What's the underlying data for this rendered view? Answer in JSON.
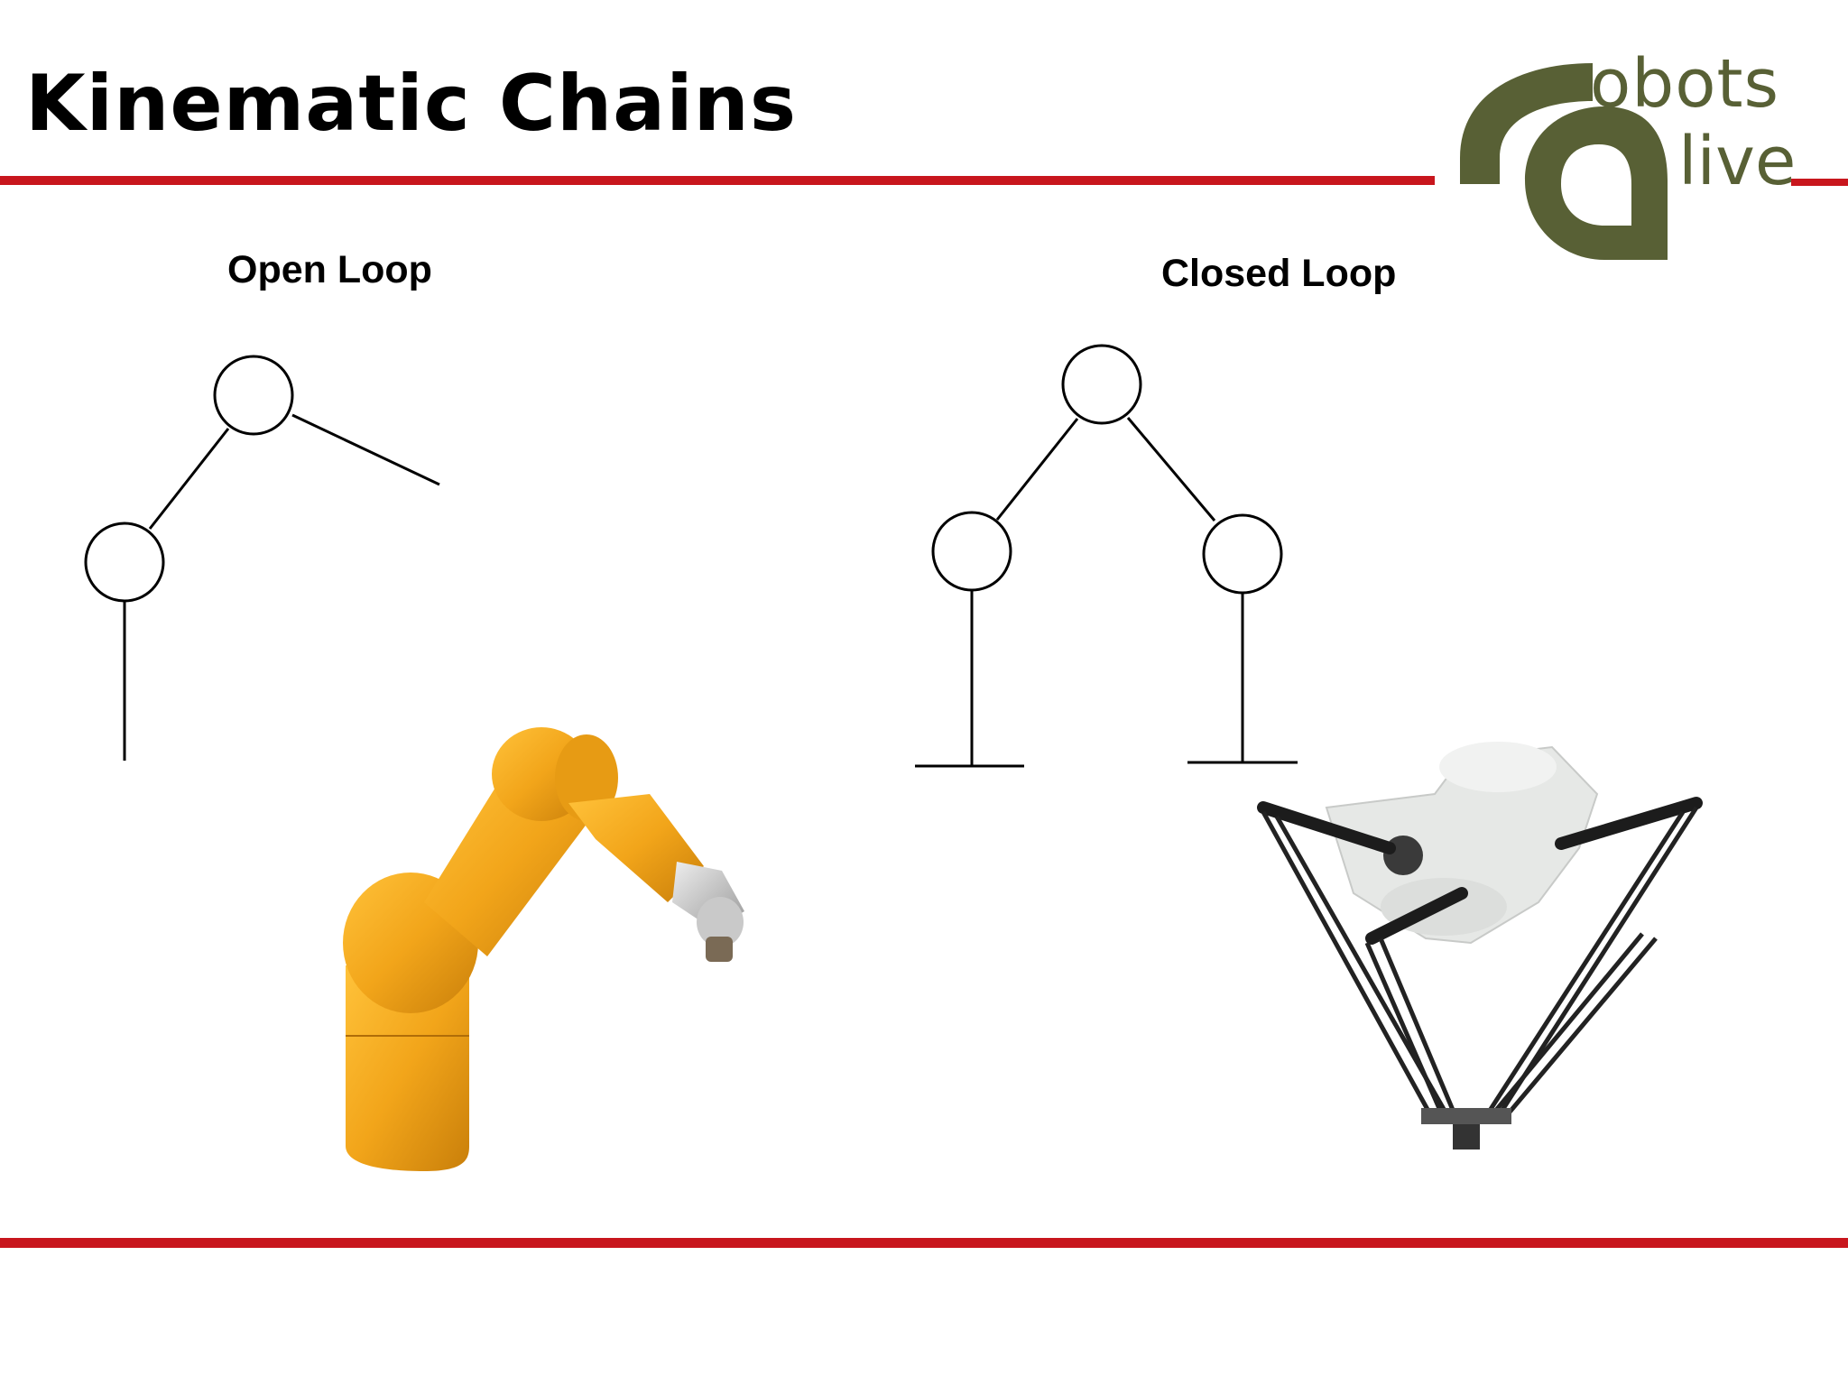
{
  "slide": {
    "title": "Kinematic Chains",
    "open_heading": "Open Loop",
    "closed_heading": "Closed Loop"
  },
  "logo": {
    "text_top": "obots",
    "text_bottom": "live"
  },
  "colors": {
    "rule": "#c8161d",
    "logo": "#586035",
    "robot_arm": "#f2a51a",
    "delta_robot": "#e6e8e6"
  }
}
